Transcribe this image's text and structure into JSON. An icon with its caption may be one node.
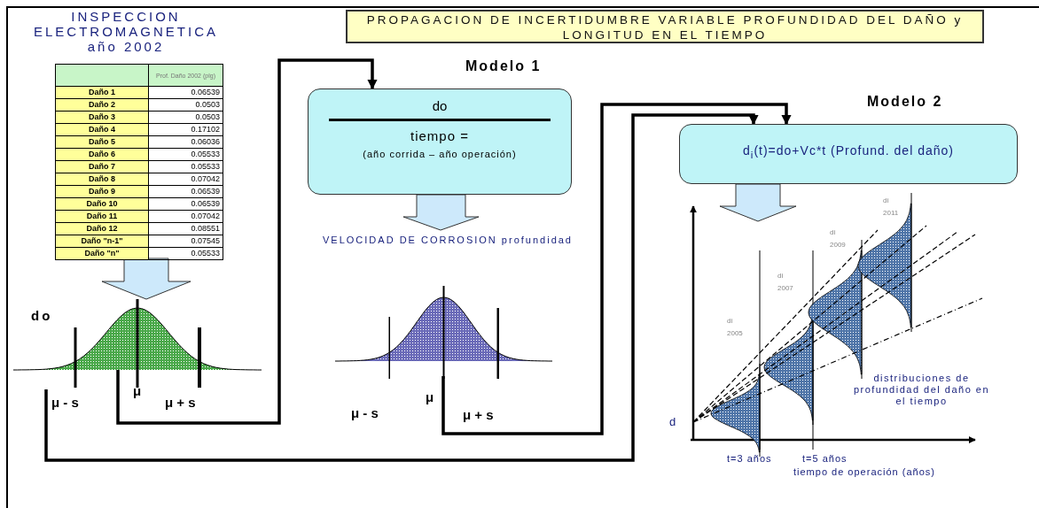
{
  "diagram": {
    "title": "PROPAGACION DE INCERTIDUMBRE VARIABLE PROFUNDIDAD DEL DAÑO y LONGITUD EN EL TIEMPO",
    "nodes": [
      {
        "text": [
          "INSPECCION ELECTROMAGNETICA año 2002"
        ]
      },
      {
        "text": [],
        "shape": "picture",
        "beside": [
          "do",
          "μ - s",
          "μ",
          "μ + s"
        ]
      },
      {
        "text": [
          "do",
          "tiempo =",
          "(año corrida – año operación)"
        ],
        "beside": [
          "Modelo 1"
        ]
      },
      {
        "text": [],
        "shape": "picture",
        "beside": [
          "μ - s",
          "μ",
          "μ + s"
        ]
      },
      {
        "text": [
          "d$_{i}$(t)=do+Vc*t (Profund. del daño)"
        ],
        "beside": [
          "Modelo 2"
        ]
      },
      {
        "text": [],
        "shape": "picture",
        "beside": [
          "d",
          "t=3 años",
          "t=5 años",
          "tiempo de operación (años)"
        ]
      }
    ],
    "edges": [
      {
        "from": 0,
        "to": 1,
        "arrow": "to",
        "style": "thick",
        "color": "#cde9fb"
      },
      {
        "from": 1,
        "to": 2,
        "arrow": "to"
      },
      {
        "from": 2,
        "to": 3,
        "arrow": "to",
        "style": "thick",
        "color": "#cde9fb"
      },
      {
        "from": 1,
        "to": 4,
        "arrow": "to"
      },
      {
        "from": 3,
        "to": 4,
        "arrow": "to"
      },
      {
        "from": 4,
        "to": 5,
        "arrow": "to",
        "style": "thick",
        "color": "#cde9fb"
      }
    ],
    "labels": [
      "Prof. Daño 2002 (plg)",
      "Daño 1",
      "0.06539",
      "Daño 2",
      "0.0503",
      "Daño 3",
      "0.0503",
      "Daño 4",
      "0.17102",
      "Daño 5",
      "0.06036",
      "Daño 6",
      "0.05533",
      "Daño 7",
      "0.05533",
      "Daño 8",
      "0.07042",
      "Daño 9",
      "0.06539",
      "Daño 10",
      "0.06539",
      "Daño 11",
      "0.07042",
      "Daño 12",
      "0.08551",
      "Daño \"n-1\"",
      "0.07545",
      "Daño \"n\"",
      "0.05533",
      "VELOCIDAD DE CORROSION profundidad",
      "di 2011",
      "di 2009",
      "di 2007",
      "di 2005",
      "distribuciones de profundidad del daño en el tiempo"
    ]
  }
}
